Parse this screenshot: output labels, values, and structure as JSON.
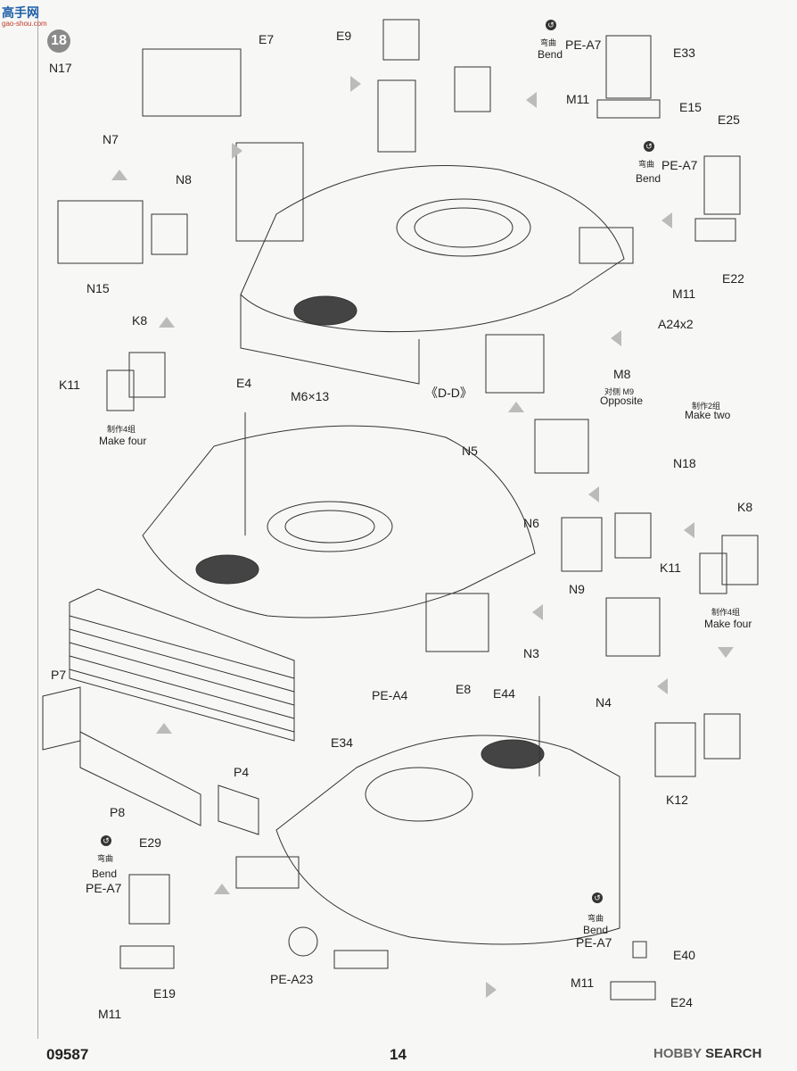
{
  "header": {
    "logo_text": "高手网",
    "logo_url": "gao-shou.com",
    "step_number": "18"
  },
  "footer": {
    "product_code": "09587",
    "page_number": "14",
    "brand_hobby": "HOBBY",
    "brand_search": "SEARCH"
  },
  "labels": {
    "n17": "N17",
    "n7": "N7",
    "n8": "N8",
    "n15": "N15",
    "e7": "E7",
    "e9": "E9",
    "bend_cn": "弯曲",
    "bend_en": "Bend",
    "pe_a7": "PE-A7",
    "e33": "E33",
    "m11": "M11",
    "e15": "E15",
    "e25": "E25",
    "e22": "E22",
    "k8": "K8",
    "k11": "K11",
    "make_four_cn": "制作4组",
    "make_four_en": "Make four",
    "make_two_cn": "制作2组",
    "make_two_en": "Make two",
    "dd": "《D-D》",
    "a24x2": "A24x2",
    "m8": "M8",
    "opposite_cn": "对侧 M9",
    "opposite_en": "Opposite",
    "e4": "E4",
    "m6x13": "M6×13",
    "n5": "N5",
    "n18": "N18",
    "n6": "N6",
    "n9": "N9",
    "n3": "N3",
    "n4": "N4",
    "k12": "K12",
    "p7": "P7",
    "p8": "P8",
    "p4": "P4",
    "pe_a4": "PE-A4",
    "e8": "E8",
    "e44": "E44",
    "e34": "E34",
    "e29": "E29",
    "e19": "E19",
    "pe_a23": "PE-A23",
    "e40": "E40",
    "e24": "E24"
  },
  "colors": {
    "line": "#333333",
    "arrow": "#bbbbbb",
    "logo_blue": "#1f5fa8",
    "logo_red": "#c0392b"
  }
}
